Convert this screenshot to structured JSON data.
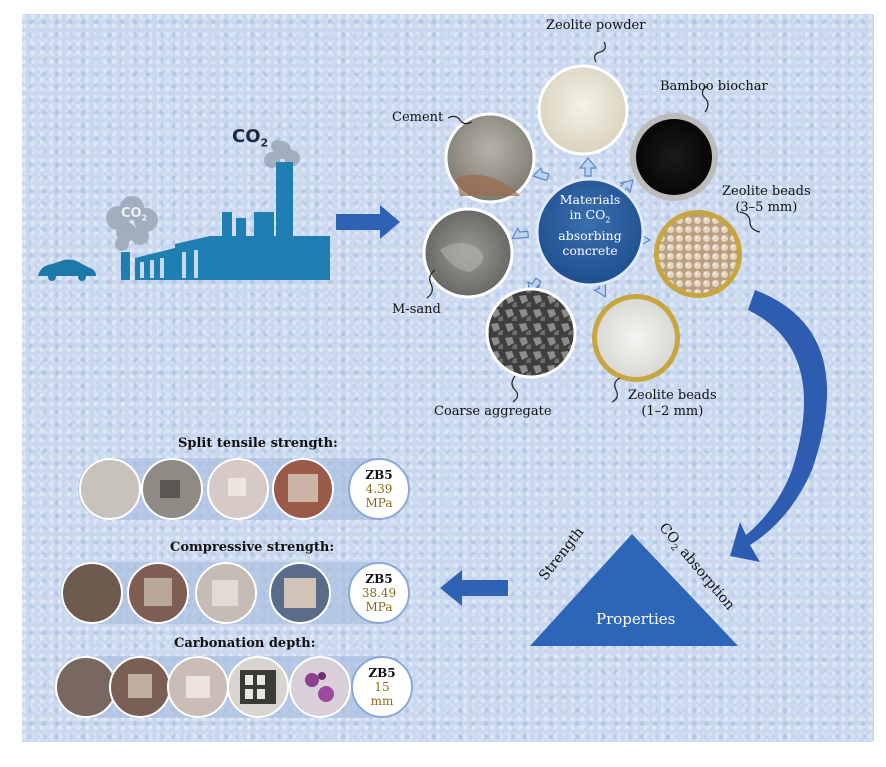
{
  "factory": {
    "co2_label_top": "CO",
    "co2_sub": "2",
    "co2_label_small": "CO",
    "co2_sub_small": "2"
  },
  "materials": {
    "center_line1": "Materials",
    "center_line2": "in CO",
    "center_line2_sub": "2",
    "center_line3": "absorbing",
    "center_line4": "concrete",
    "items": [
      {
        "label": "Zeolite powder"
      },
      {
        "label": "Bamboo biochar"
      },
      {
        "label": "Zeolite beads",
        "sub": "(3–5 mm)"
      },
      {
        "label": "Zeolite beads",
        "sub": "(1–2 mm)"
      },
      {
        "label": "Coarse aggregate"
      },
      {
        "label": "M-sand"
      },
      {
        "label": "Cement"
      }
    ]
  },
  "properties": {
    "title": "Properties",
    "left_side": "Strength",
    "right_side": "CO",
    "right_side_sub": "2",
    "right_side_rest": " absorption"
  },
  "results": [
    {
      "title": "Split tensile strength:",
      "id": "ZB5",
      "value": "4.39",
      "unit": "MPa"
    },
    {
      "title": "Compressive strength:",
      "id": "ZB5",
      "value": "38.49",
      "unit": "MPa"
    },
    {
      "title": "Carbonation depth:",
      "id": "ZB5",
      "value": "15",
      "unit": "mm"
    }
  ]
}
